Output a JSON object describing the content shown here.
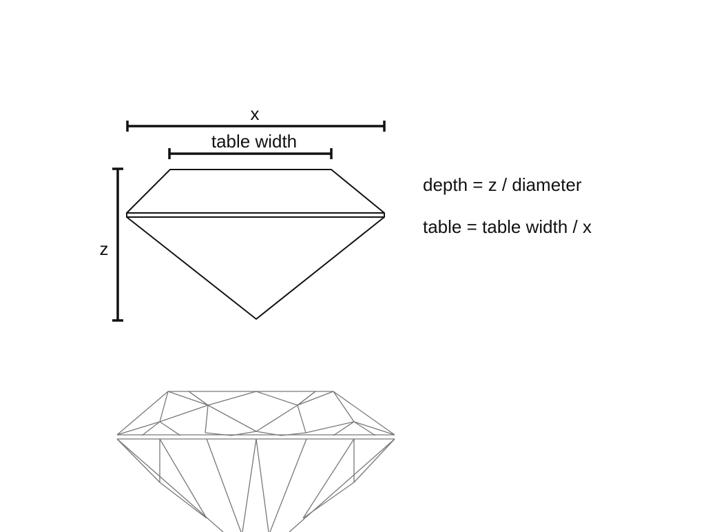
{
  "labels": {
    "x": "x",
    "table_width": "table width",
    "z": "z"
  },
  "formulas": {
    "depth": "depth = z / diameter",
    "table": "table = table width / x"
  },
  "colors": {
    "line": "#111111",
    "facet": "#777777"
  }
}
